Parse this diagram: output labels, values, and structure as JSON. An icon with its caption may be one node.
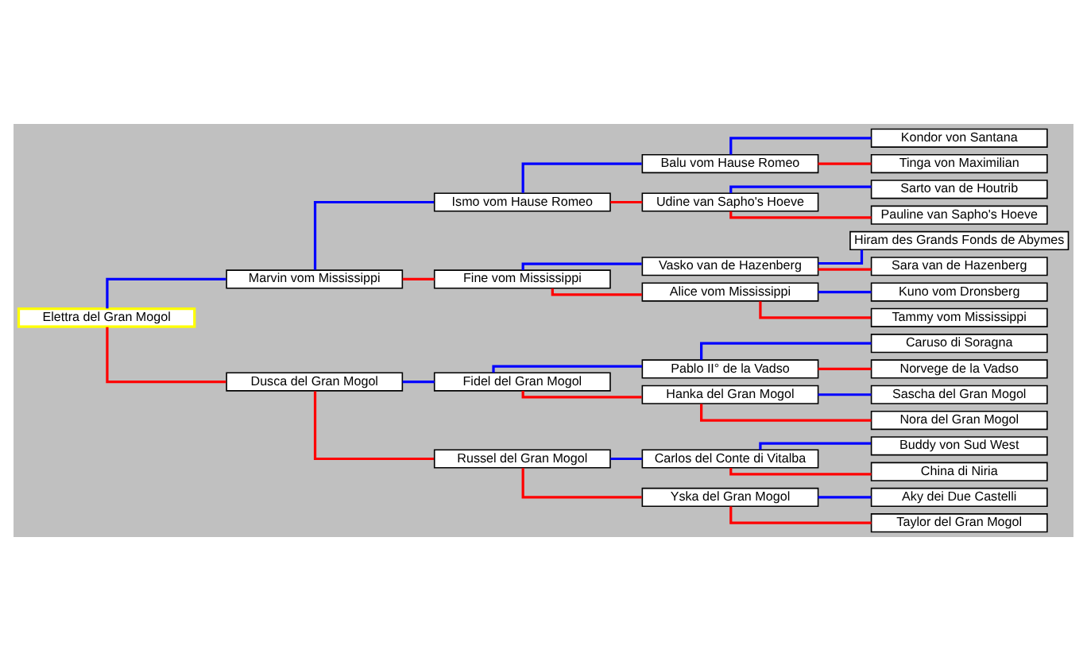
{
  "diagram": {
    "nodes": [
      {
        "text": [
          "Kondor von Santana"
        ]
      },
      {
        "text": [
          "Balu vom Hause Romeo"
        ]
      },
      {
        "text": [
          "Tinga von Maximilian"
        ]
      },
      {
        "text": [
          "Ismo vom Hause Romeo"
        ]
      },
      {
        "text": [
          "Sarto van de Houtrib"
        ]
      },
      {
        "text": [
          "Udine van Sapho's Hoeve"
        ]
      },
      {
        "text": [
          "Pauline van Sapho's Hoeve"
        ]
      },
      {
        "text": [
          "Marvin vom Mississippi"
        ]
      },
      {
        "text": [
          "Hiram des Grands Fonds de Abymes"
        ]
      },
      {
        "text": [
          "Vasko van de Hazenberg"
        ]
      },
      {
        "text": [
          "Sara van de Hazenberg"
        ]
      },
      {
        "text": [
          "Fine vom Mississippi"
        ]
      },
      {
        "text": [
          "Kuno vom Dronsberg"
        ]
      },
      {
        "text": [
          "Alice vom Mississippi"
        ]
      },
      {
        "text": [
          "Tammy vom Mississippi"
        ]
      },
      {
        "text": [
          "Elettra del Gran Mogol"
        ]
      },
      {
        "text": [
          "Caruso di Soragna"
        ]
      },
      {
        "text": [
          "Pablo II° de la Vadso"
        ]
      },
      {
        "text": [
          "Norvege de la Vadso"
        ]
      },
      {
        "text": [
          "Fidel del Gran Mogol"
        ]
      },
      {
        "text": [
          "Sascha del Gran Mogol"
        ]
      },
      {
        "text": [
          "Hanka del Gran Mogol"
        ]
      },
      {
        "text": [
          "Nora del Gran Mogol"
        ]
      },
      {
        "text": [
          "Dusca del Gran Mogol"
        ]
      },
      {
        "text": [
          "Buddy von Sud West"
        ]
      },
      {
        "text": [
          "Carlos del Conte di Vitalba"
        ]
      },
      {
        "text": [
          "China di Niria"
        ]
      },
      {
        "text": [
          "Russel del Gran Mogol"
        ]
      },
      {
        "text": [
          "Aky dei Due Castelli"
        ]
      },
      {
        "text": [
          "Yska del Gran Mogol"
        ]
      },
      {
        "text": [
          "Taylor del Gran Mogol"
        ]
      }
    ],
    "edges": [
      {
        "from": 15,
        "to": 7,
        "arrow": "none",
        "color": "#0000ff"
      },
      {
        "from": 15,
        "to": 23,
        "arrow": "none",
        "color": "#ff0000"
      },
      {
        "from": 7,
        "to": 3,
        "arrow": "none",
        "color": "#0000ff"
      },
      {
        "from": 7,
        "to": 11,
        "arrow": "none",
        "color": "#ff0000"
      },
      {
        "from": 23,
        "to": 19,
        "arrow": "none",
        "color": "#0000ff"
      },
      {
        "from": 23,
        "to": 27,
        "arrow": "none",
        "color": "#ff0000"
      },
      {
        "from": 3,
        "to": 1,
        "arrow": "none",
        "color": "#0000ff"
      },
      {
        "from": 3,
        "to": 5,
        "arrow": "none",
        "color": "#ff0000"
      },
      {
        "from": 11,
        "to": 9,
        "arrow": "none",
        "color": "#0000ff"
      },
      {
        "from": 11,
        "to": 13,
        "arrow": "none",
        "color": "#ff0000"
      },
      {
        "from": 19,
        "to": 17,
        "arrow": "none",
        "color": "#0000ff"
      },
      {
        "from": 19,
        "to": 21,
        "arrow": "none",
        "color": "#ff0000"
      },
      {
        "from": 27,
        "to": 25,
        "arrow": "none",
        "color": "#0000ff"
      },
      {
        "from": 27,
        "to": 29,
        "arrow": "none",
        "color": "#ff0000"
      },
      {
        "from": 1,
        "to": 0,
        "arrow": "none",
        "color": "#0000ff"
      },
      {
        "from": 1,
        "to": 2,
        "arrow": "none",
        "color": "#ff0000"
      },
      {
        "from": 5,
        "to": 4,
        "arrow": "none",
        "color": "#0000ff"
      },
      {
        "from": 5,
        "to": 6,
        "arrow": "none",
        "color": "#ff0000"
      },
      {
        "from": 9,
        "to": 8,
        "arrow": "none",
        "color": "#0000ff"
      },
      {
        "from": 9,
        "to": 10,
        "arrow": "none",
        "color": "#ff0000"
      },
      {
        "from": 13,
        "to": 12,
        "arrow": "none",
        "color": "#0000ff"
      },
      {
        "from": 13,
        "to": 14,
        "arrow": "none",
        "color": "#ff0000"
      },
      {
        "from": 17,
        "to": 16,
        "arrow": "none",
        "color": "#0000ff"
      },
      {
        "from": 17,
        "to": 18,
        "arrow": "none",
        "color": "#ff0000"
      },
      {
        "from": 21,
        "to": 20,
        "arrow": "none",
        "color": "#0000ff"
      },
      {
        "from": 21,
        "to": 22,
        "arrow": "none",
        "color": "#ff0000"
      },
      {
        "from": 25,
        "to": 24,
        "arrow": "none",
        "color": "#0000ff"
      },
      {
        "from": 25,
        "to": 26,
        "arrow": "none",
        "color": "#ff0000"
      },
      {
        "from": 29,
        "to": 28,
        "arrow": "none",
        "color": "#0000ff"
      },
      {
        "from": 29,
        "to": 30,
        "arrow": "none",
        "color": "#ff0000"
      }
    ]
  }
}
